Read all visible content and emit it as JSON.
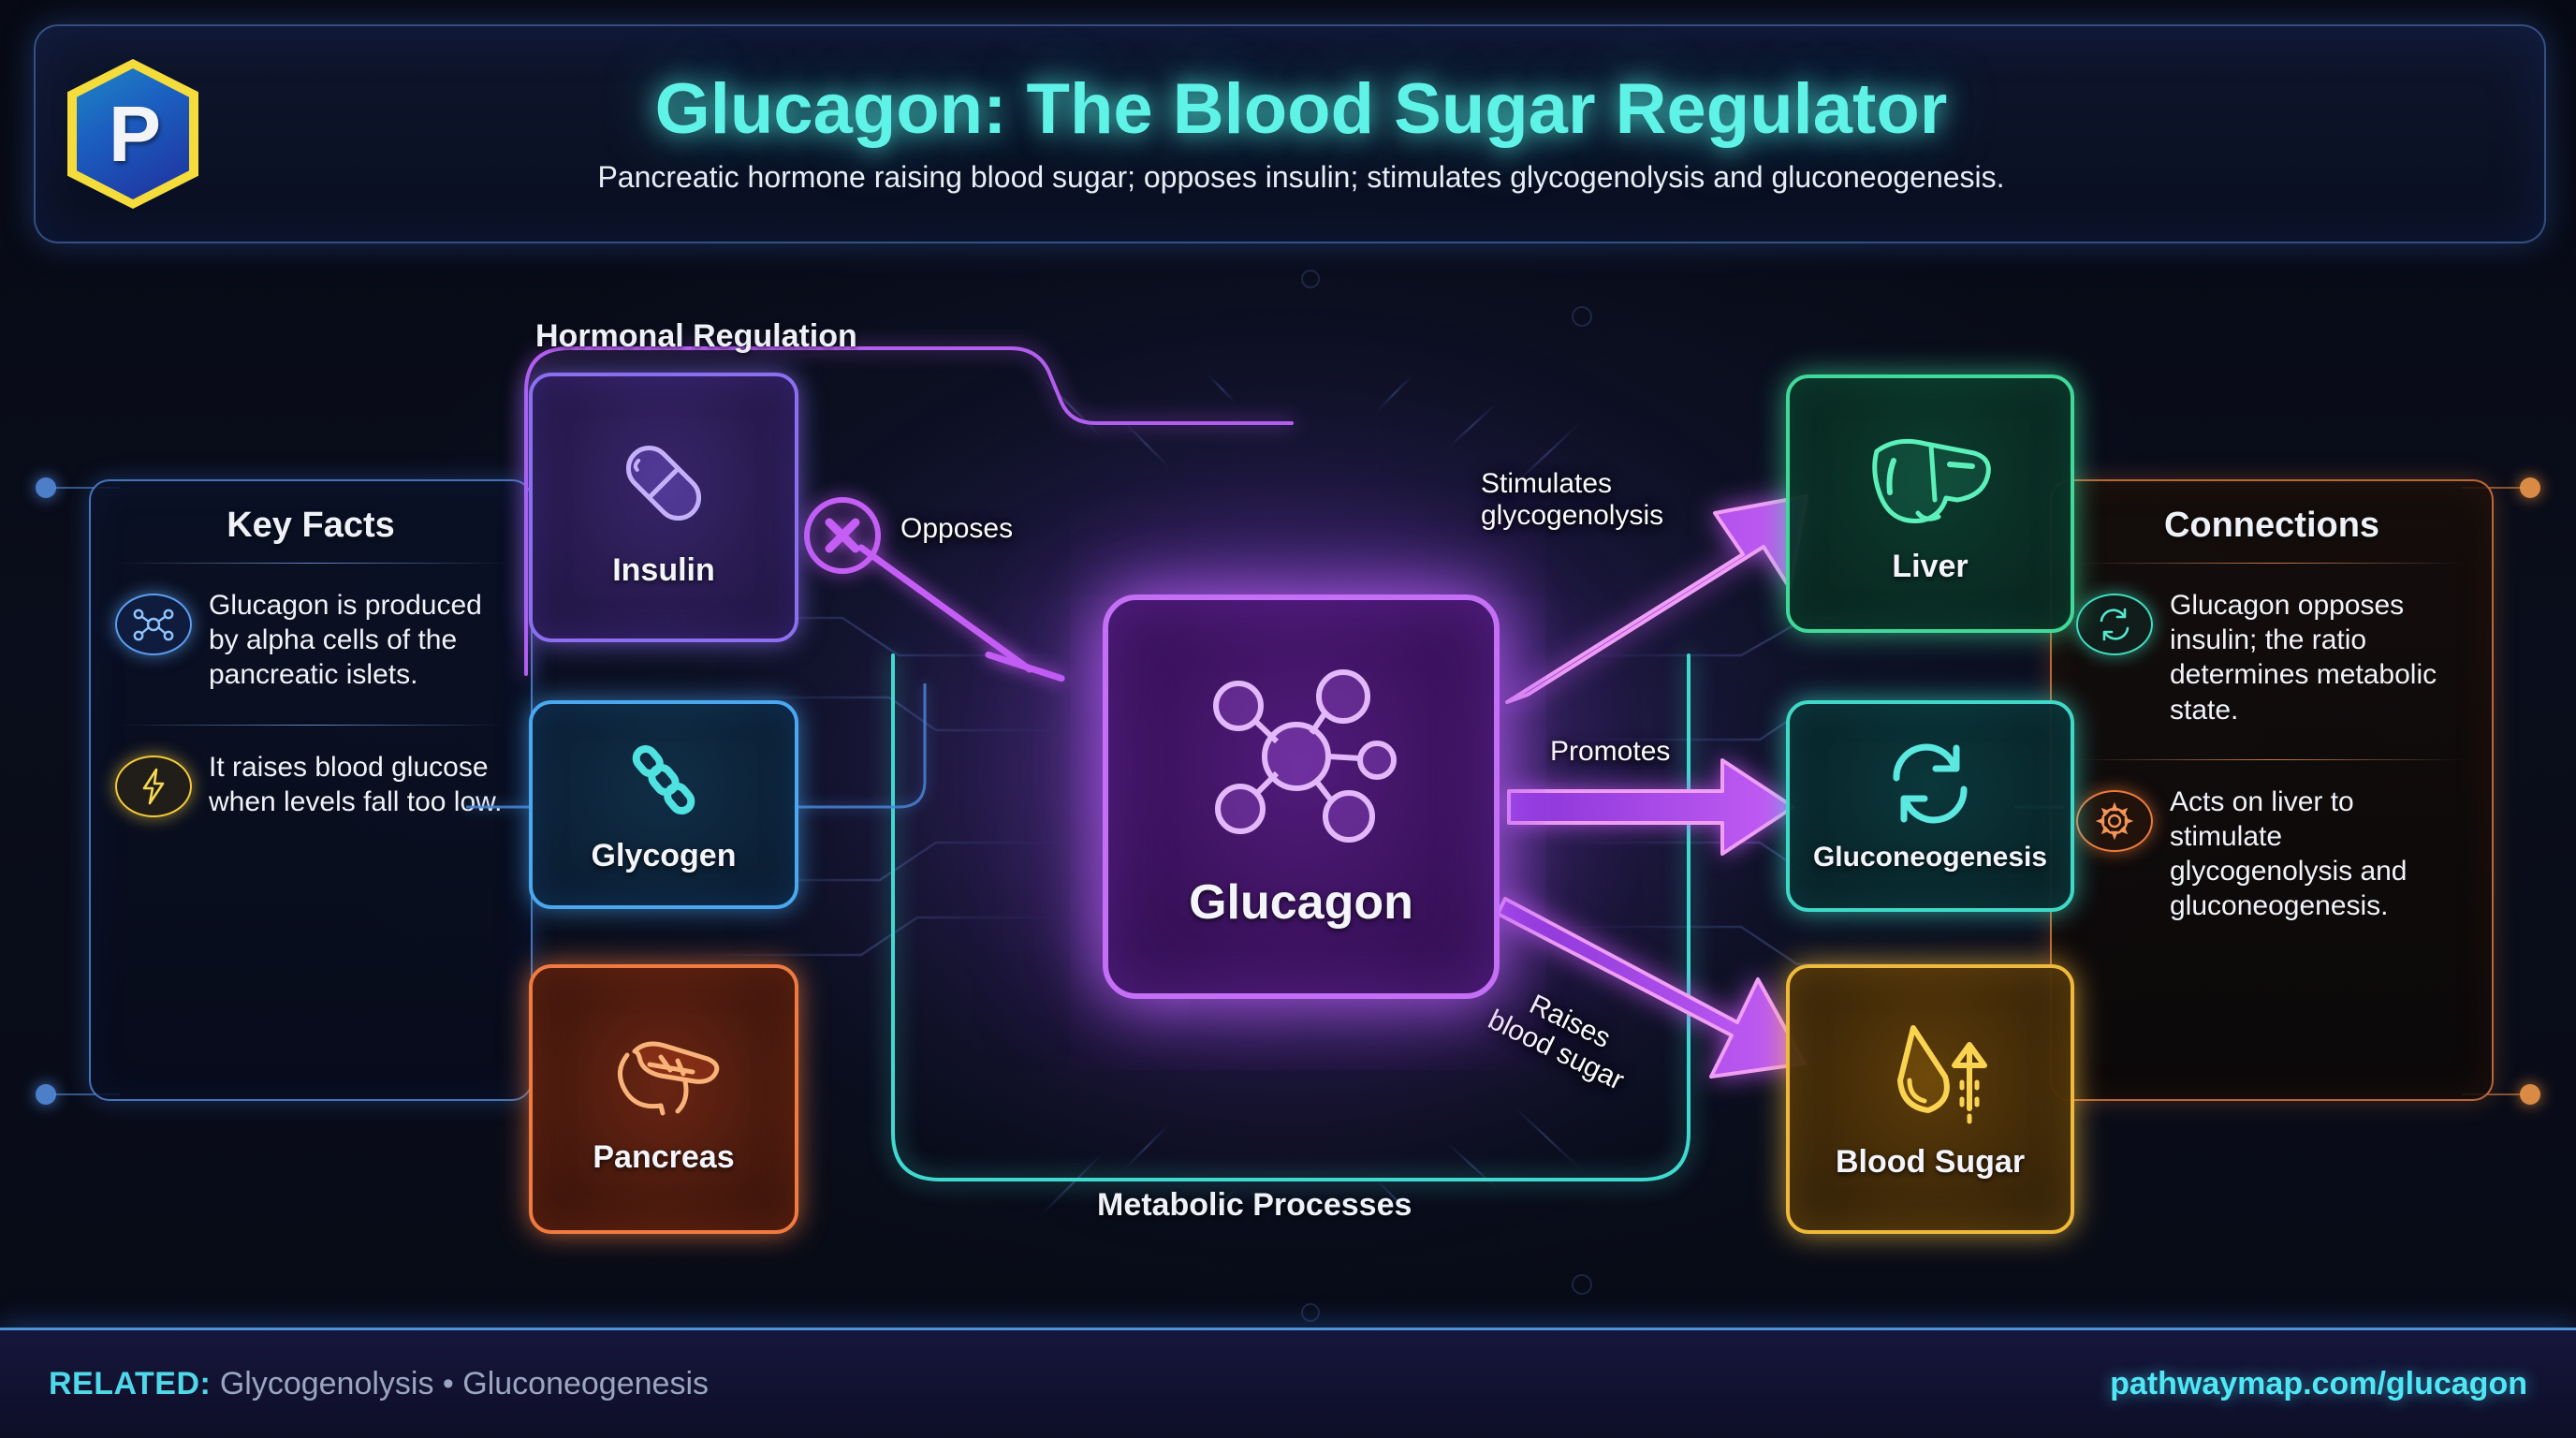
{
  "header": {
    "logo_letter": "P",
    "title": "Glucagon: The Blood Sugar Regulator",
    "subtitle": "Pancreatic hormone raising blood sugar; opposes insulin; stimulates glycogenolysis and gluconeogenesis."
  },
  "key_facts": {
    "title": "Key Facts",
    "items": [
      {
        "icon": "molecule-icon",
        "text": "Glucagon is produced by alpha cells of the pancreatic islets.",
        "color": "#5b9ef0"
      },
      {
        "icon": "lightning-bolt-icon",
        "text": "It raises blood glucose when levels fall too low.",
        "color": "#f4c93a"
      }
    ]
  },
  "connections": {
    "title": "Connections",
    "items": [
      {
        "icon": "refresh-cycle-icon",
        "text": "Glucagon opposes insulin; the ratio determines metabolic state.",
        "color": "#3fddc0"
      },
      {
        "icon": "gear-icon",
        "text": "Acts on liver to stimulate glycogenolysis and gluconeogenesis.",
        "color": "#ec7a3c"
      }
    ]
  },
  "diagram": {
    "center_node": {
      "label": "Glucagon",
      "icon": "molecule-icon",
      "color": "#c46ff5"
    },
    "nodes": [
      {
        "id": "insulin",
        "label": "Insulin",
        "icon": "capsule-icon",
        "color": "#8b6ff0"
      },
      {
        "id": "glycogen",
        "label": "Glycogen",
        "icon": "chain-link-icon",
        "color": "#4aa8f0"
      },
      {
        "id": "pancreas",
        "label": "Pancreas",
        "icon": "pancreas-icon",
        "color": "#f07a40"
      },
      {
        "id": "liver",
        "label": "Liver",
        "icon": "liver-icon",
        "color": "#3fd99a"
      },
      {
        "id": "gluconeogenesis",
        "label": "Gluconeogenesis",
        "icon": "refresh-cycle-icon",
        "color": "#3fd9c8"
      },
      {
        "id": "blood-sugar",
        "label": "Blood Sugar",
        "icon": "droplet-up-icon",
        "color": "#f0b93a"
      }
    ],
    "groups": [
      {
        "id": "hormonal-regulation",
        "label": "Hormonal Regulation",
        "color": "#b45ef0"
      },
      {
        "id": "metabolic-processes",
        "label": "Metabolic Processes",
        "color": "#3fd9d0"
      }
    ],
    "edges": [
      {
        "id": "opposes",
        "label": "Opposes",
        "badge": "x-circle-icon",
        "kind": "inhibit"
      },
      {
        "id": "stimulates",
        "label": "Stimulates\nglycogenolysis",
        "kind": "activate"
      },
      {
        "id": "promotes",
        "label": "Promotes",
        "kind": "activate"
      },
      {
        "id": "raises",
        "label": "Raises\nblood sugar",
        "kind": "activate"
      }
    ]
  },
  "footer": {
    "related_label": "RELATED:",
    "related_items": "Glycogenolysis • Gluconeogenesis",
    "url": "pathwaymap.com/glucagon"
  },
  "colors": {
    "background": "#080b16",
    "accent_cyan": "#4fe6f5",
    "accent_purple": "#c46ff5",
    "panel_blue": "#5c96eb",
    "panel_orange": "#eb8246"
  }
}
